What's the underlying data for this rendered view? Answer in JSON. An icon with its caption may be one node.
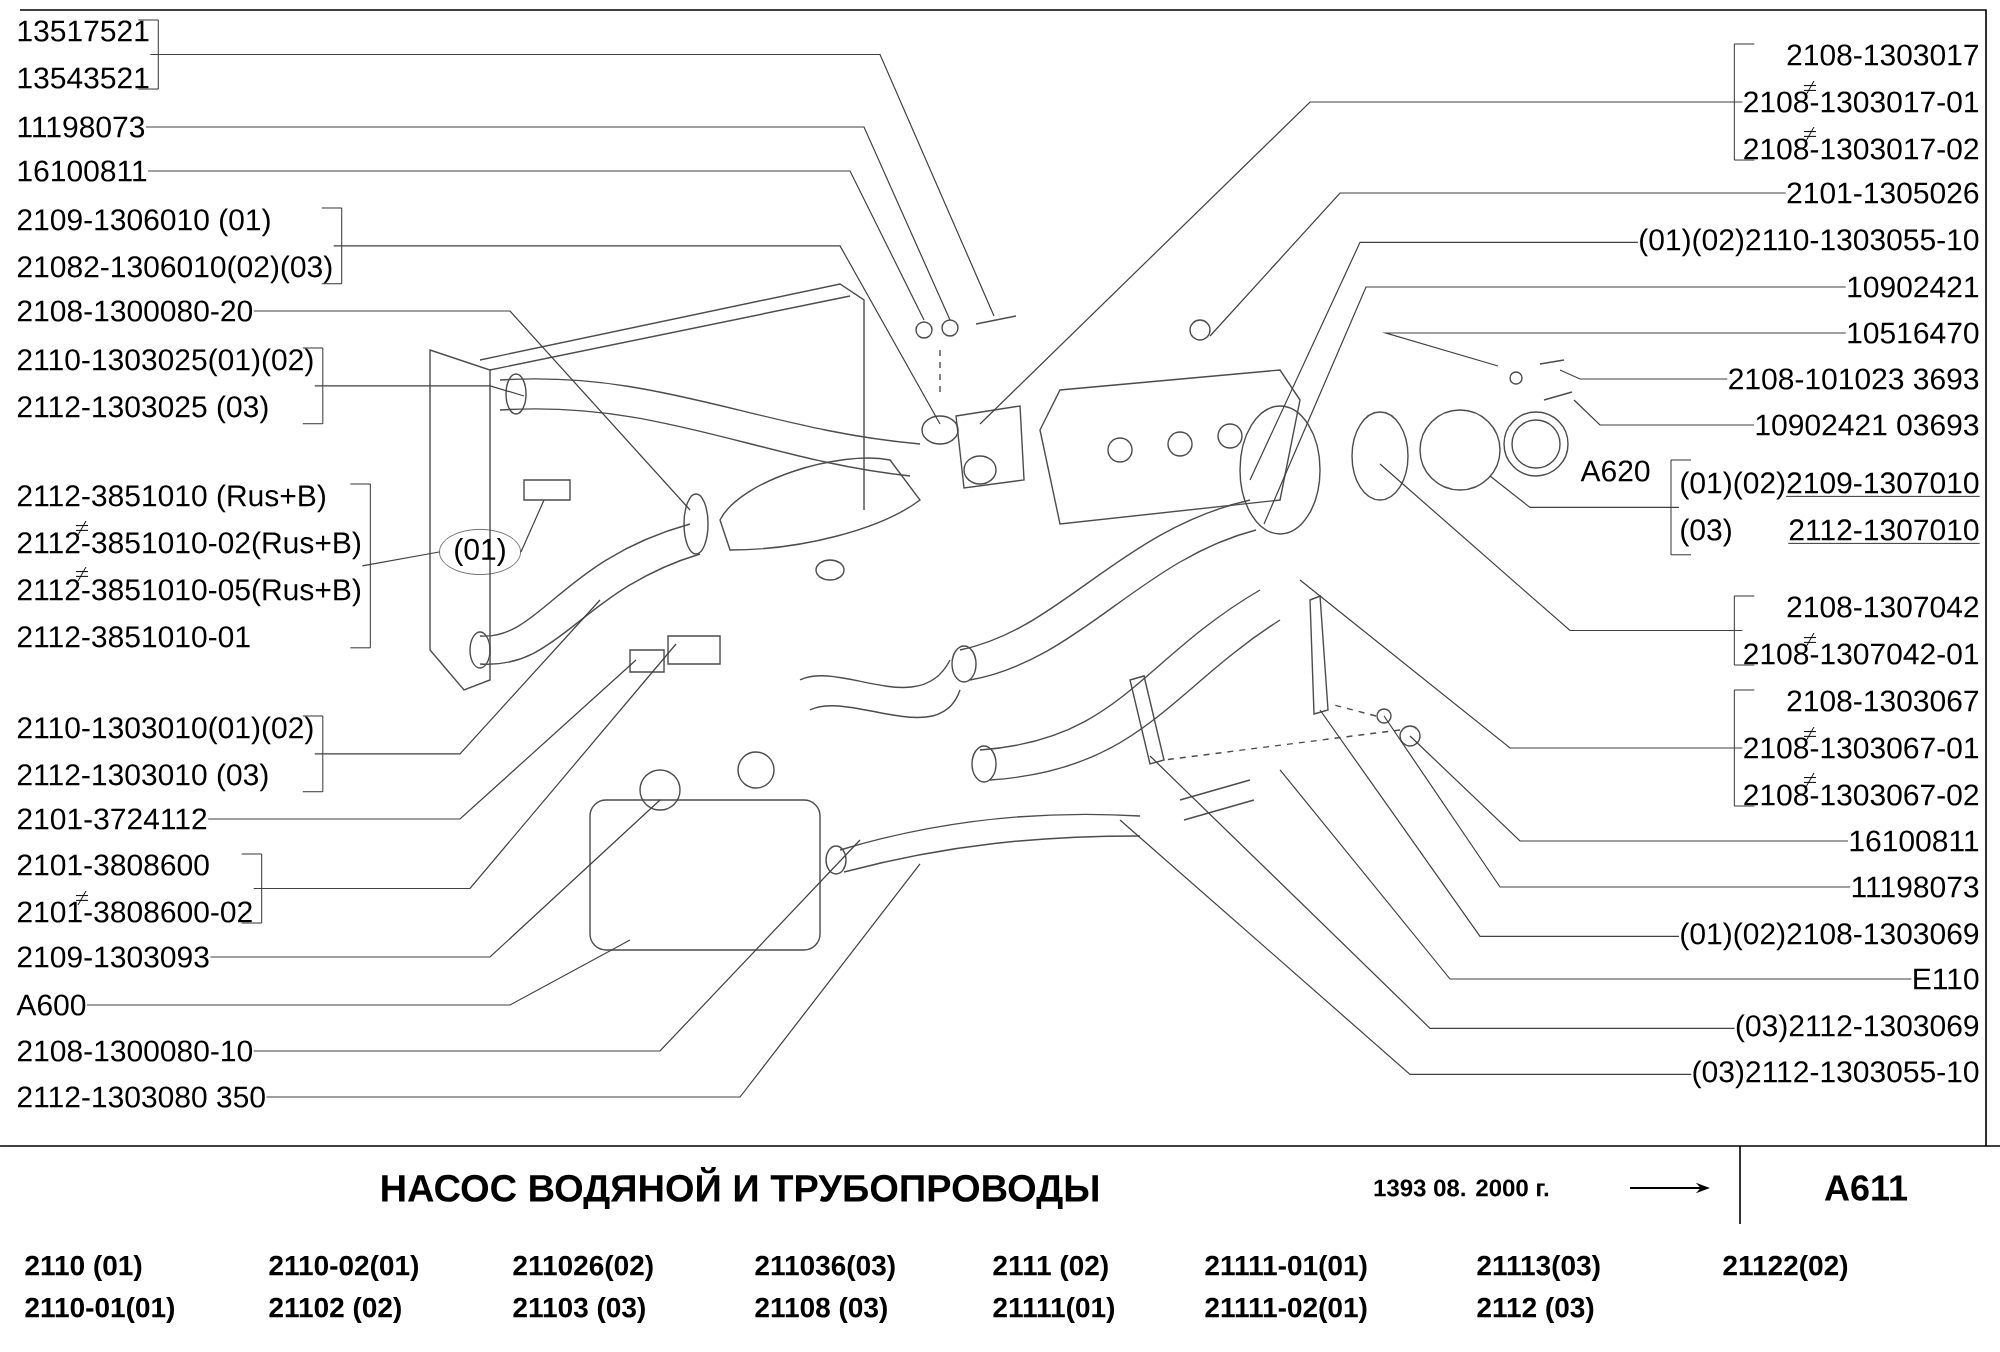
{
  "diagram": {
    "title": "НАСОС ВОДЯНОЙ И ТРУБОПРОВОДЫ",
    "nodes": [
      {
        "text": [
          "13517521",
          "13543521"
        ]
      },
      {
        "text": [
          "11198073"
        ]
      },
      {
        "text": [
          "16100811"
        ]
      },
      {
        "text": [
          "2109-1306010 (01)",
          "21082-1306010(02)(03)"
        ]
      },
      {
        "text": [
          "2108-1300080-20"
        ]
      },
      {
        "text": [
          "2110-1303025(01)(02)",
          "2112-1303025 (03)"
        ]
      },
      {
        "text": [
          "2112-3851010 (Rus+B)",
          "2112-3851010-02(Rus+B)",
          "2112-3851010-05(Rus+B)",
          "2112-3851010-01"
        ]
      },
      {
        "text": [
          "(01)"
        ]
      },
      {
        "text": [
          "2110-1303010(01)(02)",
          "2112-1303010 (03)"
        ]
      },
      {
        "text": [
          "2101-3724112"
        ]
      },
      {
        "text": [
          "2101-3808600",
          "2101-3808600-02"
        ]
      },
      {
        "text": [
          "2109-1303093"
        ]
      },
      {
        "text": [
          "A600"
        ]
      },
      {
        "text": [
          "2108-1300080-10"
        ]
      },
      {
        "text": [
          "2112-1303080 350"
        ]
      },
      {
        "text": [
          "2108-1303017",
          "2108-1303017-01",
          "2108-1303017-02"
        ]
      },
      {
        "text": [
          "2101-1305026"
        ]
      },
      {
        "text": [
          "(01)(02)2110-1303055-10"
        ]
      },
      {
        "text": [
          "10902421"
        ]
      },
      {
        "text": [
          "10516470"
        ]
      },
      {
        "text": [
          "2108-101023 3693"
        ]
      },
      {
        "text": [
          "10902421 03693"
        ]
      },
      {
        "text": [
          "(01)(02)",
          "2109-1307010",
          "(03)",
          "2112-1307010"
        ],
        "beside": [
          "A620"
        ]
      },
      {
        "text": [
          "2108-1307042",
          "2108-1307042-01"
        ]
      },
      {
        "text": [
          "2108-1303067",
          "2108-1303067-01",
          "2108-1303067-02"
        ]
      },
      {
        "text": [
          "16100811"
        ]
      },
      {
        "text": [
          "11198073"
        ]
      },
      {
        "text": [
          "(01)(02)2108-1303069"
        ]
      },
      {
        "text": [
          "E110"
        ]
      },
      {
        "text": [
          "(03)2112-1303069"
        ]
      },
      {
        "text": [
          "(03)2112-1303055-10"
        ]
      }
    ],
    "edges": [
      {
        "from": 0,
        "to": null,
        "arrow": "none"
      },
      {
        "from": 1,
        "to": null,
        "arrow": "none"
      },
      {
        "from": 2,
        "to": null,
        "arrow": "none"
      },
      {
        "from": 3,
        "to": null,
        "arrow": "none"
      },
      {
        "from": 4,
        "to": null,
        "arrow": "none"
      },
      {
        "from": 5,
        "to": null,
        "arrow": "none"
      },
      {
        "from": 6,
        "to": 7,
        "arrow": "none"
      },
      {
        "from": 7,
        "to": null,
        "arrow": "none"
      },
      {
        "from": 8,
        "to": null,
        "arrow": "none"
      },
      {
        "from": 9,
        "to": null,
        "arrow": "none"
      },
      {
        "from": 10,
        "to": null,
        "arrow": "none"
      },
      {
        "from": 11,
        "to": null,
        "arrow": "none"
      },
      {
        "from": 12,
        "to": null,
        "arrow": "none"
      },
      {
        "from": 13,
        "to": null,
        "arrow": "none"
      },
      {
        "from": 14,
        "to": null,
        "arrow": "none"
      },
      {
        "from": 15,
        "to": null,
        "arrow": "none"
      },
      {
        "from": 16,
        "to": null,
        "arrow": "none"
      },
      {
        "from": 17,
        "to": null,
        "arrow": "none"
      },
      {
        "from": 18,
        "to": null,
        "arrow": "none"
      },
      {
        "from": 19,
        "to": null,
        "arrow": "none"
      },
      {
        "from": 20,
        "to": null,
        "arrow": "none"
      },
      {
        "from": 21,
        "to": null,
        "arrow": "none"
      },
      {
        "from": 22,
        "to": null,
        "arrow": "none"
      },
      {
        "from": 23,
        "to": null,
        "arrow": "none"
      },
      {
        "from": 24,
        "to": null,
        "arrow": "none"
      },
      {
        "from": 25,
        "to": null,
        "arrow": "none"
      },
      {
        "from": 26,
        "to": null,
        "arrow": "none"
      },
      {
        "from": 27,
        "to": null,
        "arrow": "none"
      },
      {
        "from": 28,
        "to": null,
        "arrow": "none"
      },
      {
        "from": 29,
        "to": null,
        "arrow": "none"
      },
      {
        "from": 30,
        "to": null,
        "arrow": "none"
      }
    ],
    "labels": [
      "1393 08. 2000 г.",
      "A611",
      "2110 (01)",
      "2110-02(01)",
      "211026(02)",
      "211036(03)",
      "2111 (02)",
      "21111-01(01)",
      "21113(03)",
      "21122(02)",
      "2110-01(01)",
      "21102 (02)",
      "21103 (03)",
      "21108 (03)",
      "21111(01)",
      "21111-02(01)",
      "2112 (03)"
    ]
  }
}
